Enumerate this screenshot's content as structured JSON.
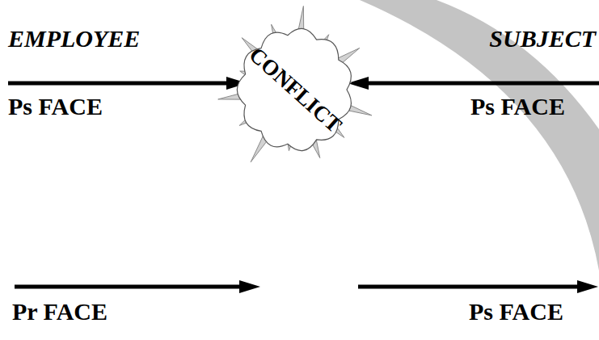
{
  "diagram": {
    "nodes": [
      {
        "text": [
          "CONFLICT"
        ]
      }
    ],
    "labels": [
      "EMPLOYEE",
      "SUBJECT",
      "Ps FACE",
      "Ps FACE",
      "Pr FACE",
      "Ps FACE"
    ]
  }
}
